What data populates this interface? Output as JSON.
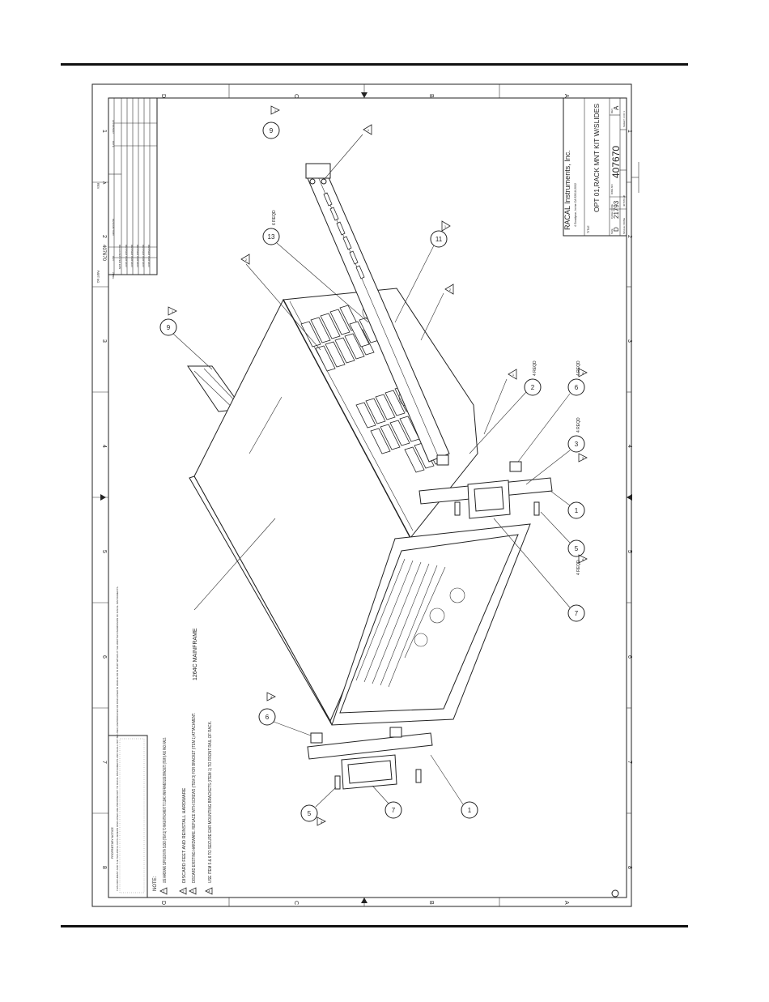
{
  "zones": {
    "top_letters": [
      "D",
      "C",
      "B",
      "A"
    ],
    "bottom_letters": [
      "D",
      "C",
      "B",
      "A"
    ],
    "left_numbers": [
      "1",
      "2",
      "3",
      "4",
      "5",
      "6",
      "7",
      "8"
    ],
    "right_numbers": [
      "1",
      "2",
      "3",
      "4",
      "5",
      "6",
      "7",
      "8"
    ]
  },
  "title_block": {
    "company": "RACAL Instruments, Inc.",
    "company_sub": "4 Goodyear, Irvine CA 92618-2002",
    "title_label": "TITLE",
    "title": "OPT 01,RACK MNT KIT W/SLIDES",
    "size_label": "SIZE",
    "size": "D",
    "cage_label": "CAGE CODE",
    "cage": "21793",
    "drawing_number_label": "DWG NO",
    "drawing_number": "407670",
    "rev_label": "REV",
    "rev": "A",
    "scale_label": "SCALE: NONE",
    "file_label": "407670.dft",
    "sheet_label": "SHEET 1 OF 1"
  },
  "revision_block": {
    "part_label": "PART NO.",
    "part_number": "407670",
    "rev_header": "REV",
    "rev_value": "A",
    "columns": [
      "ZONE",
      "REV",
      "DESCRIPTION",
      "DATE",
      "APPROVED"
    ],
    "rows": [
      "RELEASED PER ECN",
      "REVISED PER ECO",
      "REVISED PER ECO",
      "REVISED PER ECO",
      "REVISED PER ECO",
      "REVISED PER ECO"
    ]
  },
  "notes": {
    "heading": "NOTE:",
    "items": [
      {
        "num": "1",
        "text": "USE HARDWARE SUPPLIED WITH SLIDES (ITEM 11) TO MAKE ATTACHMENT TO 1264C MAINFRAME/SLIDE BRACKETS (ITEM 9) AND RACK RAILS."
      },
      {
        "num": "2",
        "text": "DISCARD FEET AND REINSTALL HARDWARE"
      },
      {
        "num": "3",
        "text": "DISCARD EXISTING HARDWARE. REPLACE WITH SCREWS (ITEM 3) FOR BRACKET (ITEM 1) ATTACHMENT."
      },
      {
        "num": "4",
        "text": "USE ITEM 5 & 6 TO SECURE EAR MOUNTING BRACKETS (ITEM 1) TO FRONT RAIL OF RACK."
      }
    ]
  },
  "proprietary": {
    "heading": "PROPRIETARY NOTICE",
    "text": "THIS DOCUMENT AND THE TECHNICAL DATA HEREON DISCLOSED ARE PROPRIETARY TO RACAL INSTRUMENTS AND SHALL NOT BE USED, REPRODUCED OR DISCLOSED IN WHOLE OR IN PART WITHOUT THE WRITTEN PERMISSION OF RACAL INSTRUMENTS."
  },
  "callouts": {
    "mainframe": "1264C MAINFRAME",
    "balloons": [
      {
        "num": "9",
        "qty": "",
        "note": "1"
      },
      {
        "num": "13",
        "qty": "6 REQD",
        "note": ""
      },
      {
        "num": "11",
        "qty": "",
        "note": "1"
      },
      {
        "num": "9",
        "qty": "",
        "note": "1"
      },
      {
        "num": "2",
        "qty": "4 REQD",
        "note": "1"
      },
      {
        "num": "6",
        "qty": "4 REQD",
        "note": "4"
      },
      {
        "num": "3",
        "qty": "4 REQD",
        "note": "3"
      },
      {
        "num": "1",
        "qty": "",
        "note": ""
      },
      {
        "num": "5",
        "qty": "4 REQD",
        "note": "4"
      },
      {
        "num": "7",
        "qty": "",
        "note": ""
      },
      {
        "num": "6",
        "qty": "",
        "note": "4"
      },
      {
        "num": "5",
        "qty": "",
        "note": "4"
      },
      {
        "num": "7",
        "qty": "",
        "note": ""
      },
      {
        "num": "1",
        "qty": "",
        "note": ""
      }
    ],
    "flags": [
      "2",
      "1"
    ]
  }
}
